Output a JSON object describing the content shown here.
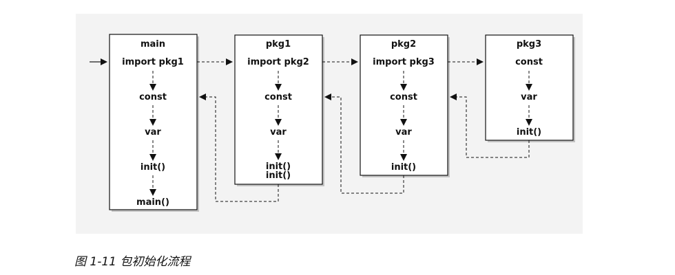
{
  "diagram": {
    "boxes": [
      {
        "title": "main",
        "steps": [
          "import pkg1",
          "const",
          "var",
          "init()",
          "main()"
        ]
      },
      {
        "title": "pkg1",
        "steps": [
          "import pkg2",
          "const",
          "var",
          "init()",
          "init()"
        ]
      },
      {
        "title": "pkg2",
        "steps": [
          "import pkg3",
          "const",
          "var",
          "init()"
        ]
      },
      {
        "title": "pkg3",
        "steps": [
          "const",
          "var",
          "init()"
        ]
      }
    ]
  },
  "caption": "图 1-11  包初始化流程"
}
